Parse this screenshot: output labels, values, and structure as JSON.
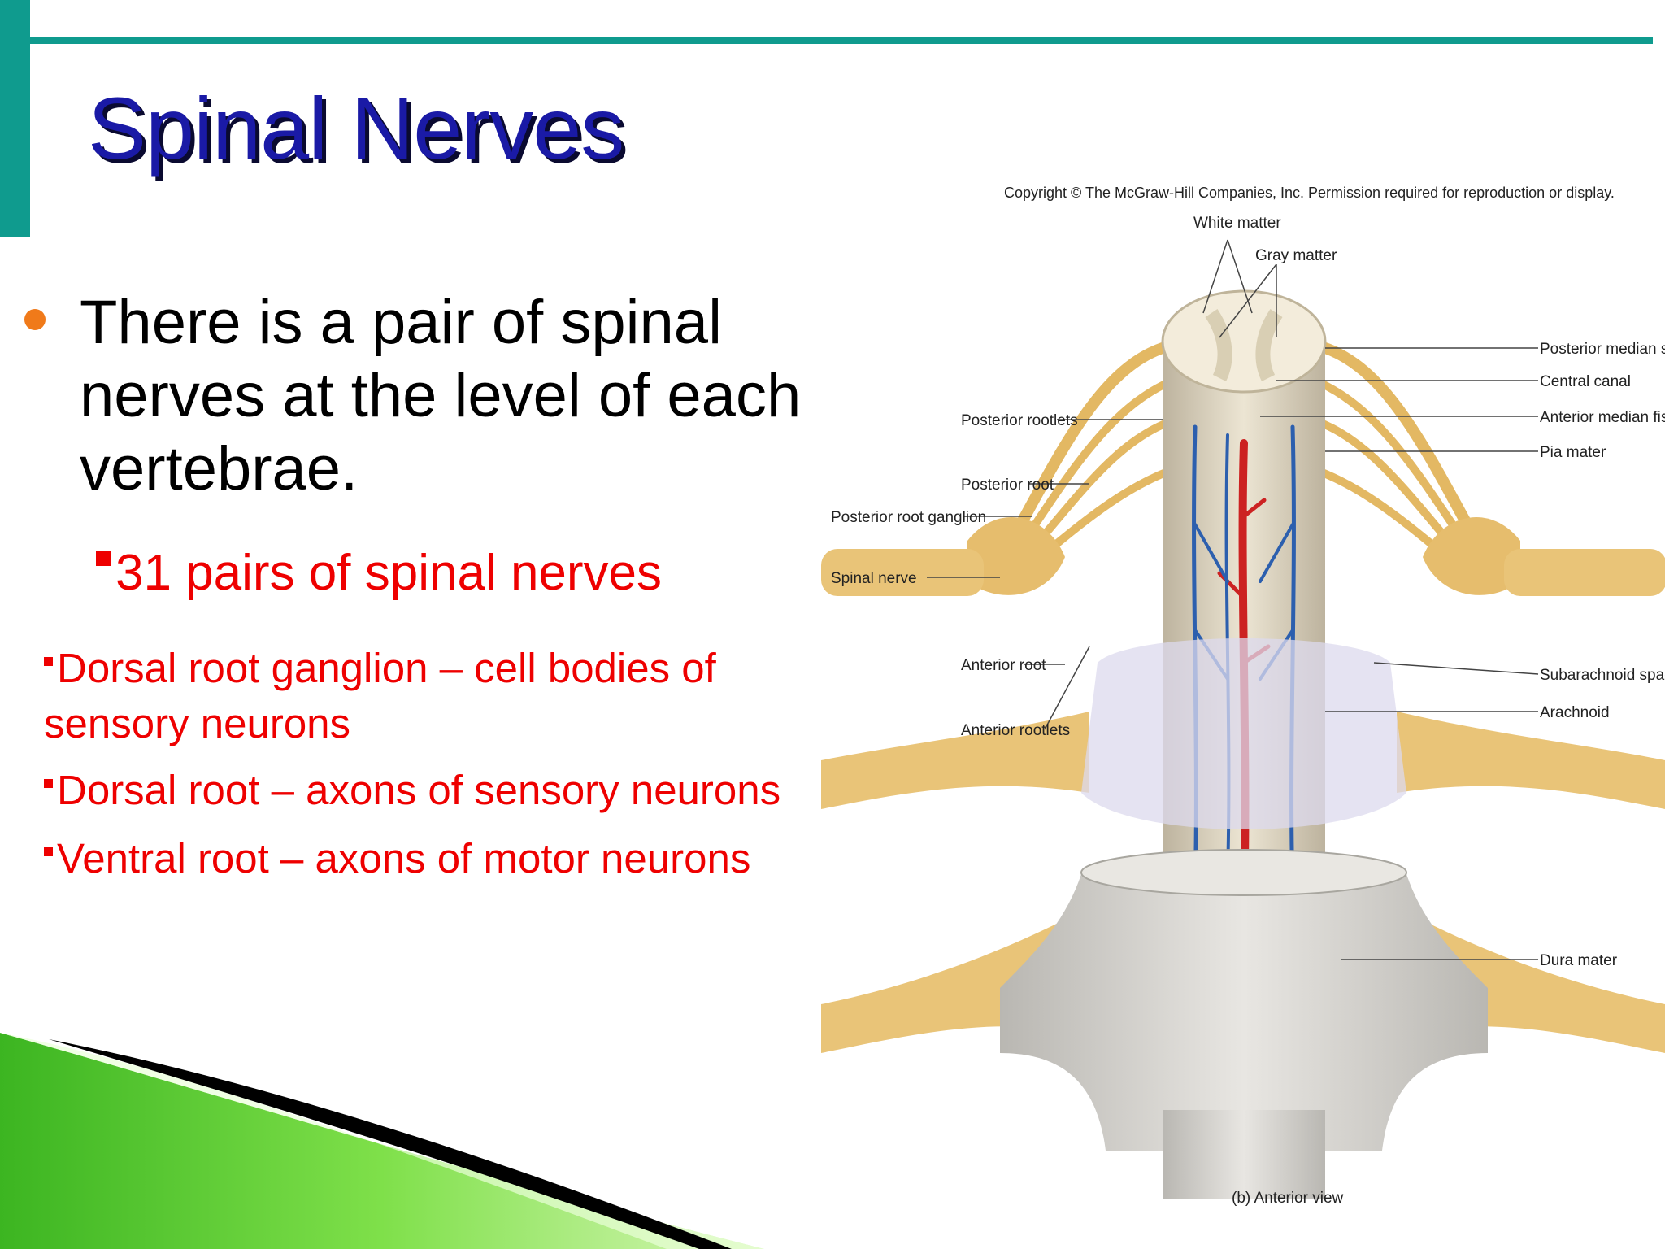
{
  "slide": {
    "title": "Spinal Nerves",
    "main_bullet": "There is a pair of spinal nerves at the level of each vertebrae.",
    "sub_bullet": "31 pairs of spinal nerves",
    "details": [
      "Dorsal root ganglion – cell bodies of sensory neurons",
      "Dorsal root – axons of sensory neurons",
      "Ventral root – axons of motor neurons"
    ],
    "colors": {
      "accent": "#0f9b8e",
      "title": "#1a1aa6",
      "bullet": "#f07a1a",
      "red_text": "#ee0000",
      "green": "#5fcf2a"
    }
  },
  "figure": {
    "copyright": "Copyright © The McGraw-Hill Companies, Inc. Permission required for reproduction or display.",
    "caption": "(b) Anterior view",
    "labels": {
      "white_matter": "White matter",
      "gray_matter": "Gray matter",
      "posterior_median_sulcus": "Posterior median sulcus",
      "central_canal": "Central canal",
      "anterior_median_fissure": "Anterior median fissure",
      "pia_mater": "Pia mater",
      "posterior_rootlets": "Posterior rootlets",
      "posterior_root": "Posterior root",
      "posterior_root_ganglion": "Posterior root ganglion",
      "spinal_nerve": "Spinal nerve",
      "anterior_root": "Anterior root",
      "anterior_rootlets": "Anterior rootlets",
      "subarachnoid_space": "Subarachnoid space",
      "arachnoid": "Arachnoid",
      "dura_mater": "Dura mater"
    }
  }
}
